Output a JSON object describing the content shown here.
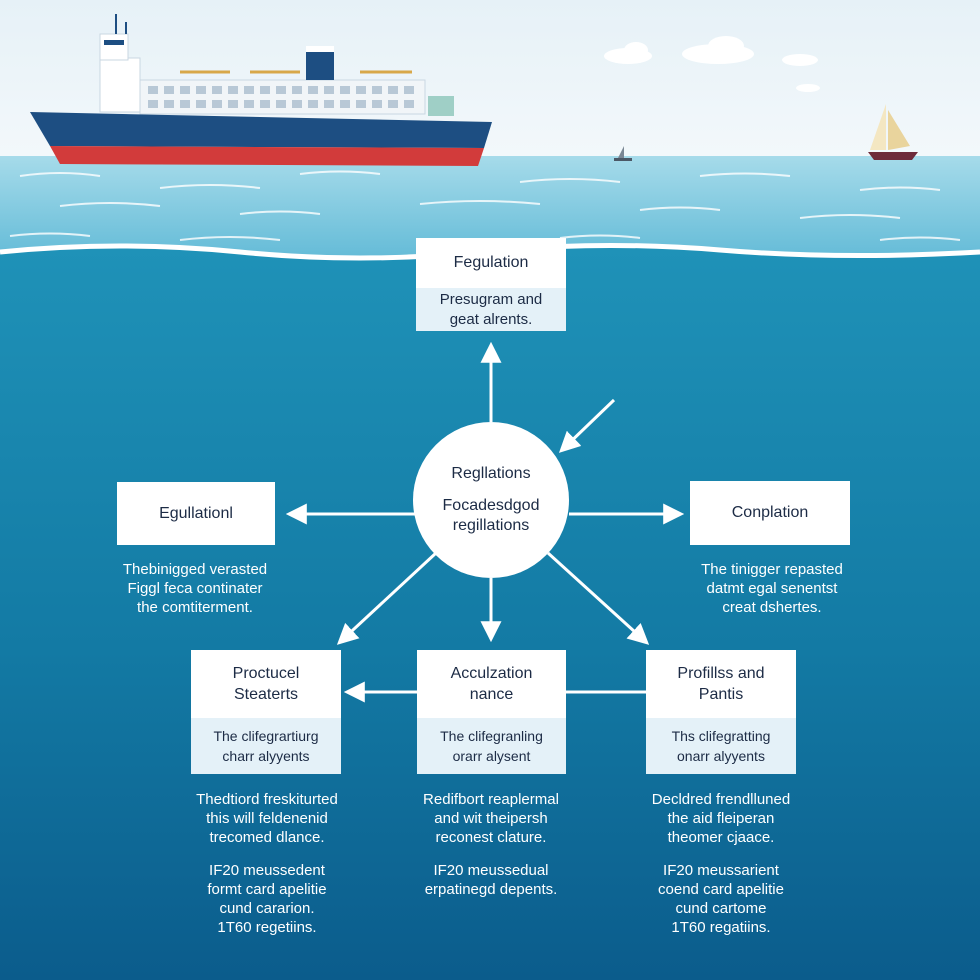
{
  "colors": {
    "sky_top": "#e6f1f7",
    "sea_surface": "#8ed0e4",
    "water_top": "#1f92b8",
    "water_bottom": "#0b5c8c",
    "ship_hull": "#1d4e82",
    "ship_waterline": "#d23b3b",
    "box_fill": "#ffffff",
    "box_tint": "#e4f1f8",
    "text_dark": "#1c2b45",
    "arrow": "#ffffff"
  },
  "top_box": {
    "title": "Fegulation",
    "body": [
      "Presugram and",
      "geat alrents."
    ]
  },
  "center": {
    "title": "Regllations",
    "body": [
      "Focadesdgod",
      "regillations"
    ]
  },
  "left_box": {
    "title": "Egullationl"
  },
  "right_box": {
    "title": "Conplation"
  },
  "left_note": [
    "Thebinigged verasted",
    "Figgl feca continater",
    "the comtiterment."
  ],
  "right_note": [
    "The tinigger repasted",
    "datmt egal senentst",
    "creat dshertes."
  ],
  "bottom_boxes": [
    {
      "title": [
        "Proctucel",
        "Steaterts"
      ],
      "body": [
        "The clifegrartiurg",
        "charr alyyents"
      ],
      "note_a": [
        "Thedtiord freskiturted",
        "this will feldenenid",
        "trecomed dlance."
      ],
      "note_b": [
        "IF20 meussedent",
        "formt card apelitie",
        "cund cararion.",
        "1T60 regetiins."
      ]
    },
    {
      "title": [
        "Acculzation",
        "nance"
      ],
      "body": [
        "The clifegranling",
        "orarr alysent"
      ],
      "note_a": [
        "Redifbort reaplermal",
        "and wit theipersh",
        "reconest clature."
      ],
      "note_b": [
        "IF20 meussedual",
        "erpatinegd depents."
      ]
    },
    {
      "title": [
        "Profillss and",
        "Pantis"
      ],
      "body": [
        "Ths clifegratting",
        "onarr alyyents"
      ],
      "note_a": [
        "Decldred frendlluned",
        "the aid fleiperan",
        "theomer cjaace."
      ],
      "note_b": [
        "IF20 meussarient",
        "coend card apelitie",
        "cund cartome",
        "1T60 regatiins."
      ]
    }
  ]
}
